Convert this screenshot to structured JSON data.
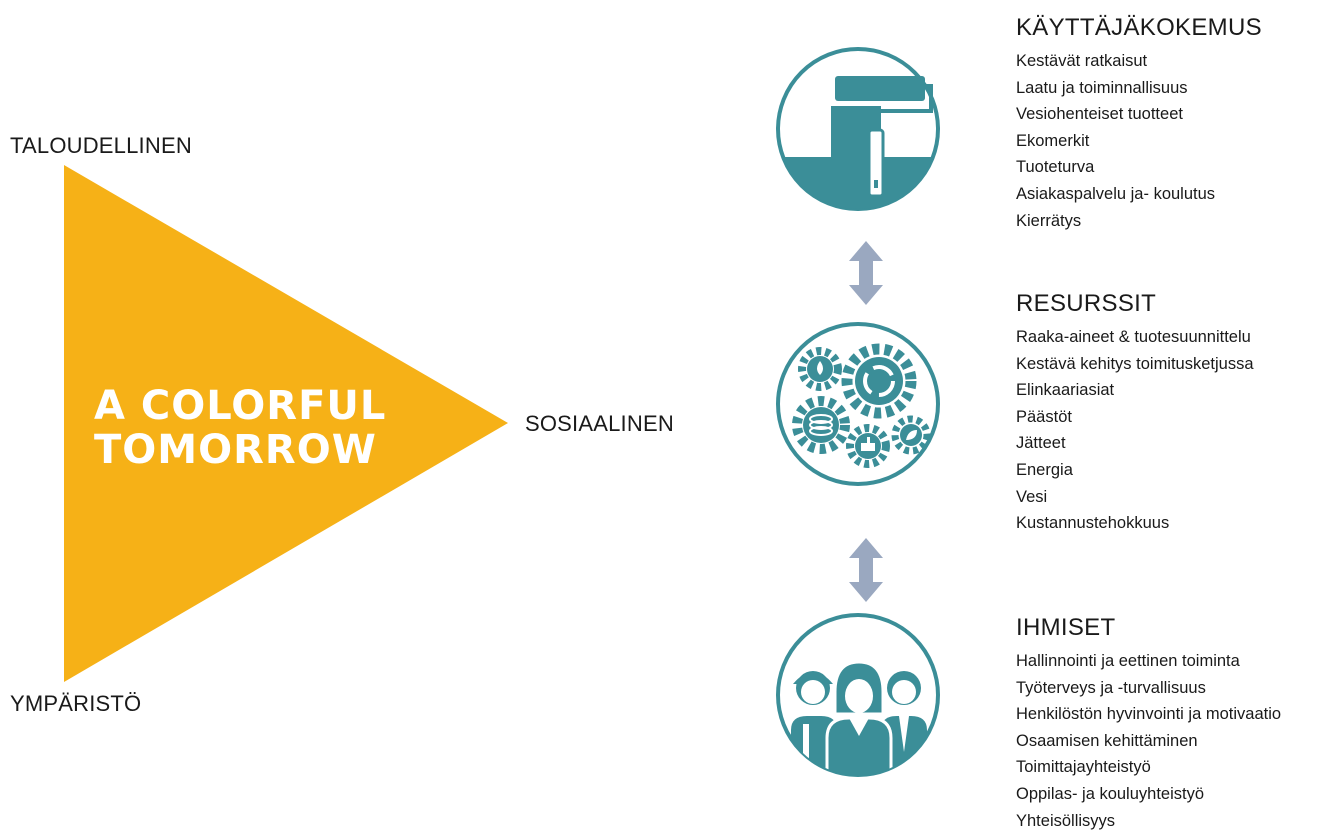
{
  "triangle": {
    "slogan_line1": "A COLORFUL",
    "slogan_line2": "TOMORROW",
    "corner_top": "TALOUDELLINEN",
    "corner_right": "SOSIAALINEN",
    "corner_bottom": "YMPÄRISTÖ",
    "color": "#F6B117"
  },
  "icons": {
    "color": "#3B8E98",
    "arrow_color": "#9AA8C0",
    "items": [
      "paint-roller-icon",
      "gears-icon",
      "people-icon"
    ]
  },
  "sections": [
    {
      "title": "KÄYTTÄJÄKOKEMUS",
      "items": [
        "Kestävät ratkaisut",
        "Laatu ja toiminnallisuus",
        "Vesiohenteiset tuotteet",
        "Ekomerkit",
        "Tuoteturva",
        "Asiakaspalvelu ja- koulutus",
        "Kierrätys"
      ]
    },
    {
      "title": "RESURSSIT",
      "items": [
        "Raaka-aineet & tuotesuunnittelu",
        "Kestävä kehitys toimitusketjussa",
        "Elinkaariasiat",
        "Päästöt",
        "Jätteet",
        "Energia",
        "Vesi",
        "Kustannustehokkuus"
      ]
    },
    {
      "title": "IHMISET",
      "items": [
        "Hallinnointi ja eettinen toiminta",
        "Työterveys ja -turvallisuus",
        "Henkilöstön hyvinvointi ja motivaatio",
        "Osaamisen kehittäminen",
        "Toimittajayhteistyö",
        "Oppilas- ja kouluyhteistyö",
        "Yhteisöllisyys"
      ]
    }
  ]
}
